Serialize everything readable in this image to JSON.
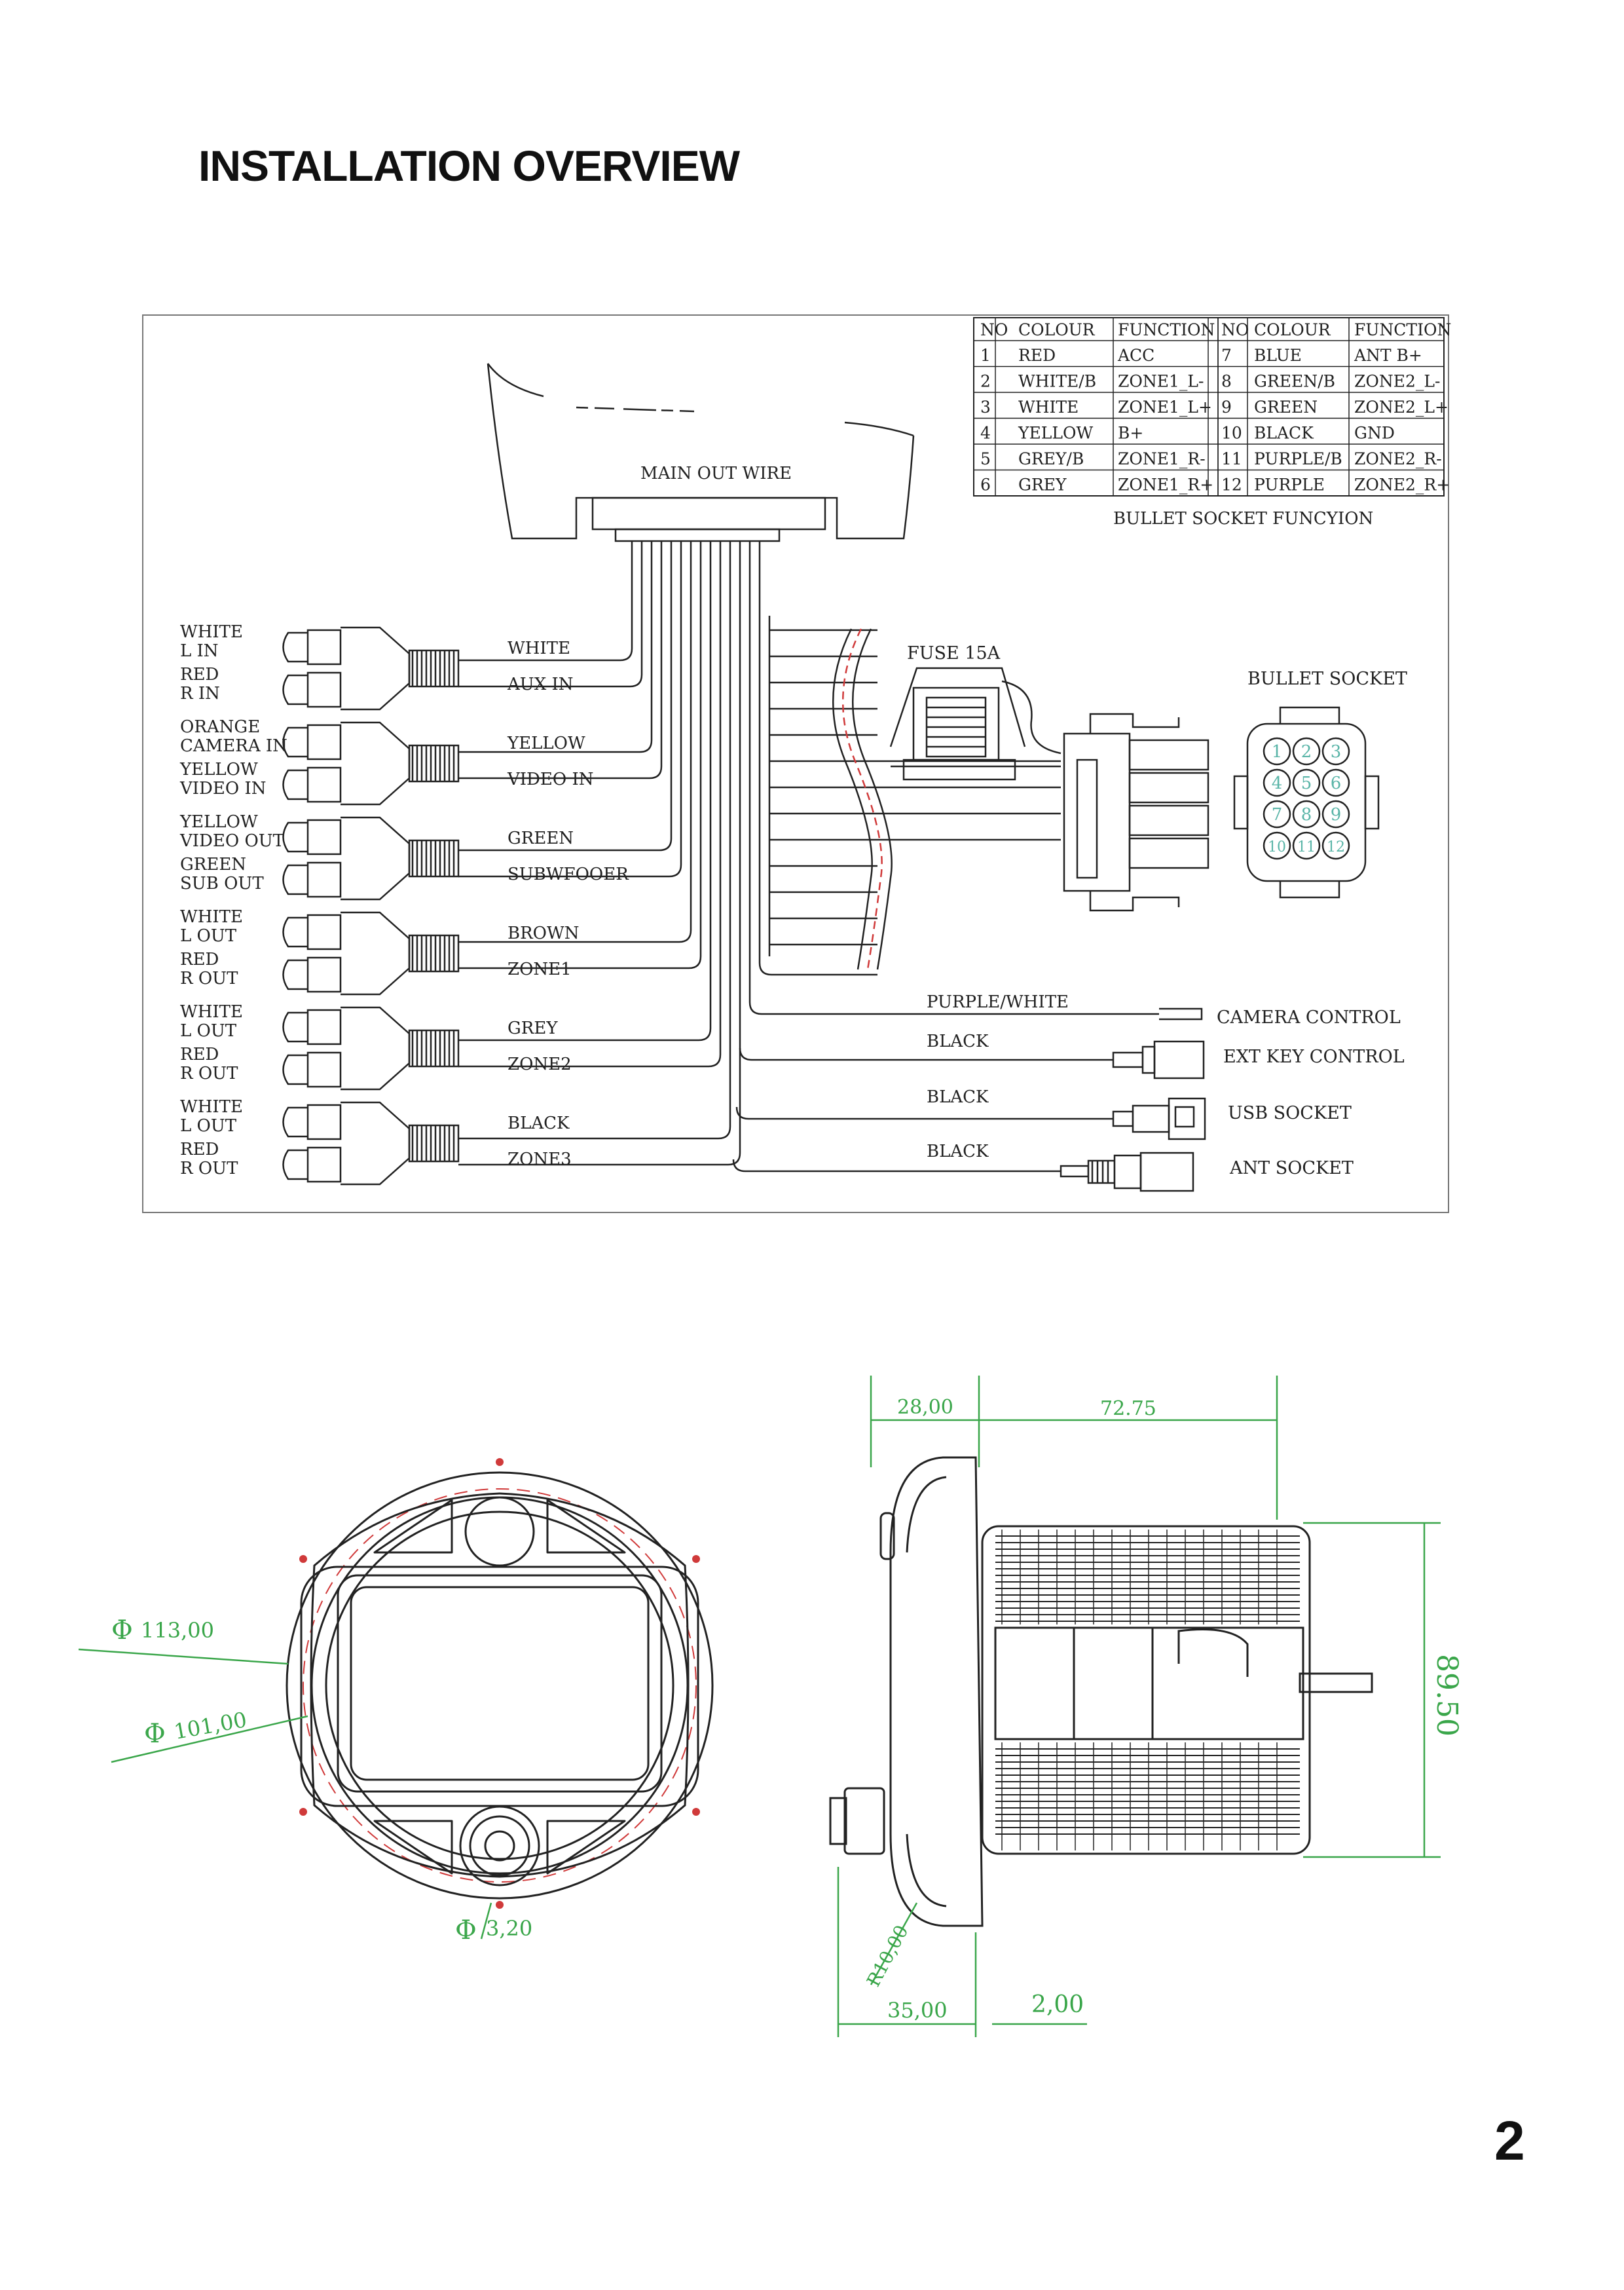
{
  "page": {
    "title": "INSTALLATION OVERVIEW",
    "number": "2"
  },
  "wiring": {
    "main_out_wire": "MAIN OUT WIRE",
    "bullet_socket_caption": "BULLET SOCKET FUNCYION",
    "bullet_socket_label": "BULLET SOCKET",
    "fuse_label": "FUSE 15A",
    "table": {
      "headers": [
        "NO",
        "COLOUR",
        "FUNCTION",
        "NO",
        "COLOUR",
        "FUNCTION"
      ],
      "rows": [
        [
          "1",
          "RED",
          "ACC",
          "7",
          "BLUE",
          "ANT B+"
        ],
        [
          "2",
          "WHITE/B",
          "ZONE1_L-",
          "8",
          "GREEN/B",
          "ZONE2_L-"
        ],
        [
          "3",
          "WHITE",
          "ZONE1_L+",
          "9",
          "GREEN",
          "ZONE2_L+"
        ],
        [
          "4",
          "YELLOW",
          "B+",
          "10",
          "BLACK",
          "GND"
        ],
        [
          "5",
          "GREY/B",
          "ZONE1_R-",
          "11",
          "PURPLE/B",
          "ZONE2_R-"
        ],
        [
          "6",
          "GREY",
          "ZONE1_R+",
          "12",
          "PURPLE",
          "ZONE2_R+"
        ]
      ]
    },
    "rca_groups": [
      {
        "top_label": [
          "WHITE",
          "L IN"
        ],
        "bottom_label": [
          "RED",
          "R IN"
        ],
        "wire_color": "WHITE",
        "function": "AUX IN"
      },
      {
        "top_label": [
          "ORANGE",
          "CAMERA IN"
        ],
        "bottom_label": [
          "YELLOW",
          "VIDEO IN"
        ],
        "wire_color": "YELLOW",
        "function": "VIDEO IN"
      },
      {
        "top_label": [
          "YELLOW",
          "VIDEO OUT"
        ],
        "bottom_label": [
          "GREEN",
          "SUB OUT"
        ],
        "wire_color": "GREEN",
        "function": "SUBWFOOER"
      },
      {
        "top_label": [
          "WHITE",
          "L OUT"
        ],
        "bottom_label": [
          "RED",
          "R OUT"
        ],
        "wire_color": "BROWN",
        "function": "ZONE1"
      },
      {
        "top_label": [
          "WHITE",
          "L OUT"
        ],
        "bottom_label": [
          "RED",
          "R OUT"
        ],
        "wire_color": "GREY",
        "function": "ZONE2"
      },
      {
        "top_label": [
          "WHITE",
          "L OUT"
        ],
        "bottom_label": [
          "RED",
          "R OUT"
        ],
        "wire_color": "BLACK",
        "function": "ZONE3"
      }
    ],
    "right_wires": [
      {
        "wire": "PURPLE/WHITE",
        "function": "CAMERA CONTROL"
      },
      {
        "wire": "BLACK",
        "function": "EXT KEY CONTROL"
      },
      {
        "wire": "BLACK",
        "function": "USB SOCKET"
      },
      {
        "wire": "BLACK",
        "function": "ANT SOCKET"
      }
    ],
    "socket_pins": [
      "1",
      "2",
      "3",
      "4",
      "5",
      "6",
      "7",
      "8",
      "9",
      "10",
      "11",
      "12"
    ]
  },
  "dimensions": {
    "outer_diameter": "113,00",
    "inner_diameter": "101,00",
    "hole_diameter": "3,20",
    "phi_symbol": "Φ",
    "depth_front": "28,00",
    "depth_body": "72.75",
    "height": "89.50",
    "radius": "R10,00",
    "bottom_left": "35,00",
    "bottom_right": "2,00"
  },
  "colors": {
    "dimension_green": "#3aa64a",
    "socket_pin_teal": "#5ab5a8",
    "dash_red": "#d03a3a",
    "line": "#222222"
  }
}
